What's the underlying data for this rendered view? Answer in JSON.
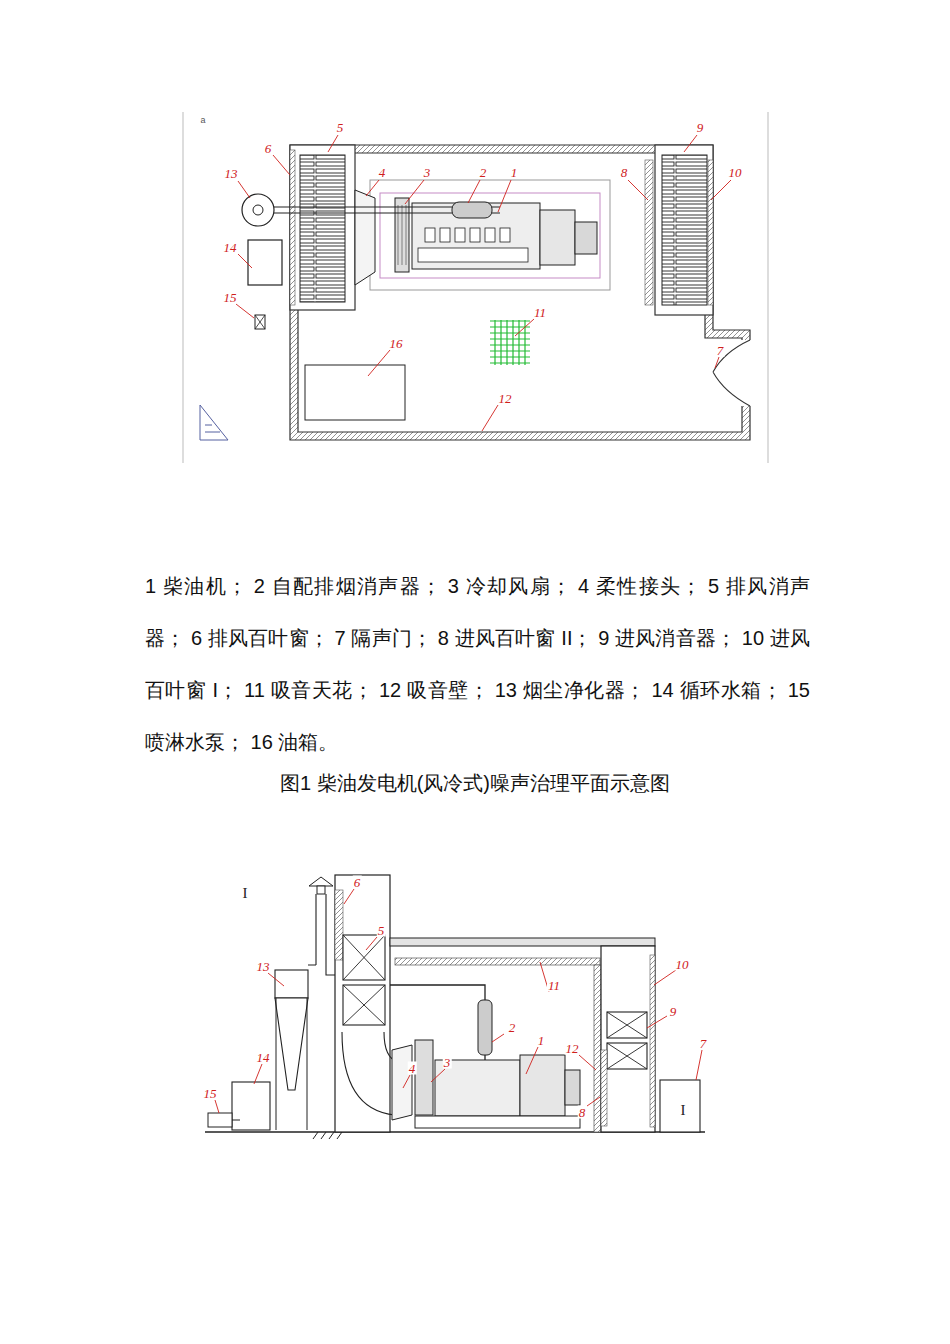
{
  "diagram": {
    "caption": "图1 柴油发电机(风冷式)噪声治理平面示意图",
    "labels": [
      "a",
      "5",
      "6",
      "13",
      "4",
      "3",
      "2",
      "1",
      "9",
      "8",
      "10",
      "14",
      "15",
      "11",
      "16",
      "7",
      "12",
      "1 柴油机；",
      "2 自配排烟消声器；",
      "3 冷却风扇；",
      "4 柔性接头；",
      "5 排风消声器；",
      "6 排风百叶窗；",
      "7 隔声门；",
      "8 进风百叶窗 II；",
      "9 进风消音器；",
      "10 进风百叶窗 I；",
      "11 吸音天花；",
      "12 吸音壁；",
      "13 烟尘净化器；",
      "14 循环水箱；",
      "15 喷淋水泵；",
      "16 油箱。",
      "I",
      "6",
      "5",
      "13",
      "2",
      "11",
      "12",
      "10",
      "9",
      "14",
      "4",
      "3",
      "1",
      "7",
      "8",
      "15",
      "I"
    ]
  }
}
